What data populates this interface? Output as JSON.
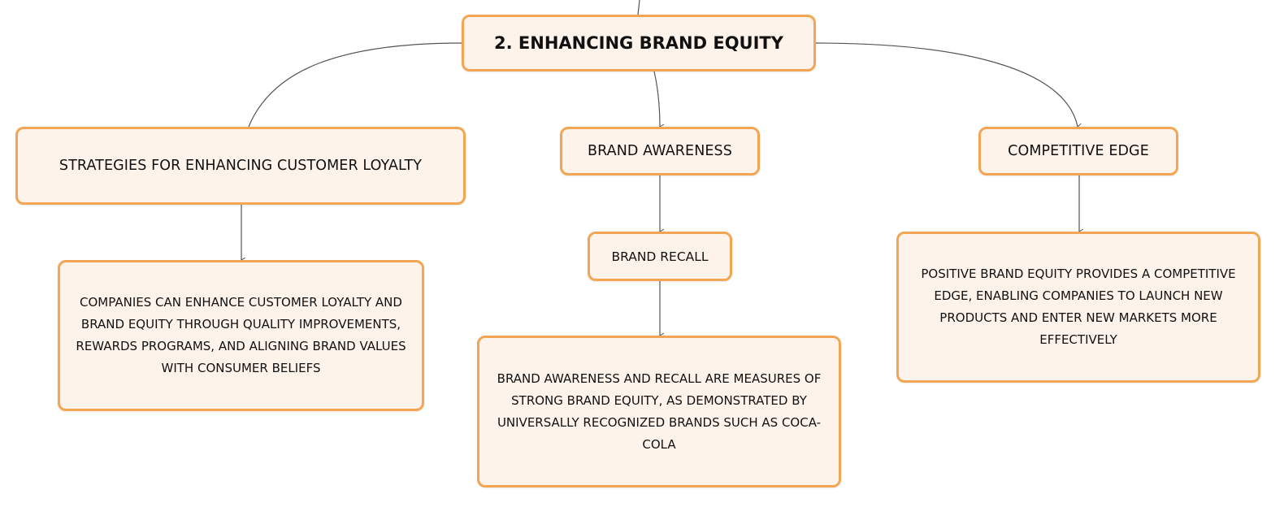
{
  "colors": {
    "node_fill": "#fdf3ea",
    "node_border": "#f2a654",
    "connector": "#555555",
    "text": "#111111"
  },
  "root": {
    "label": "2. ENHANCING BRAND EQUITY"
  },
  "branches": [
    {
      "label": "STRATEGIES FOR ENHANCING CUSTOMER LOYALTY",
      "detail": "COMPANIES CAN ENHANCE CUSTOMER LOYALTY AND BRAND EQUITY THROUGH QUALITY IMPROVEMENTS, REWARDS PROGRAMS, AND ALIGNING BRAND VALUES WITH CONSUMER BELIEFS"
    },
    {
      "label": "BRAND AWARENESS",
      "sub_label": "BRAND RECALL",
      "detail": "BRAND AWARENESS AND RECALL ARE MEASURES OF STRONG BRAND EQUITY, AS DEMONSTRATED BY UNIVERSALLY RECOGNIZED BRANDS SUCH AS COCA-COLA"
    },
    {
      "label": "COMPETITIVE EDGE",
      "detail": "POSITIVE BRAND EQUITY PROVIDES A COMPETITIVE EDGE, ENABLING COMPANIES TO LAUNCH NEW PRODUCTS AND ENTER NEW MARKETS MORE EFFECTIVELY"
    }
  ]
}
